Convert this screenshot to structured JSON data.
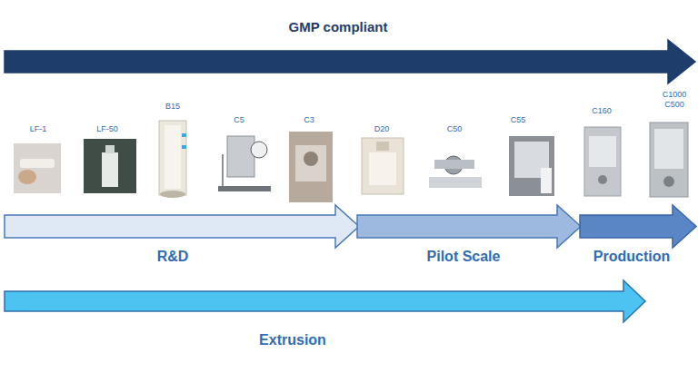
{
  "diagram": {
    "nodes": [
      {
        "text": [
          "GMP compliant"
        ]
      },
      {
        "text": [
          "R&D"
        ]
      },
      {
        "text": [
          "Pilot Scale"
        ]
      },
      {
        "text": [
          "Production"
        ]
      },
      {
        "text": [
          "Extrusion"
        ]
      }
    ],
    "labels": [
      "LF-1",
      "LF-50",
      "B15",
      "C5",
      "C3",
      "D20",
      "C50",
      "C55",
      "C160",
      "C1000",
      "C500"
    ]
  }
}
